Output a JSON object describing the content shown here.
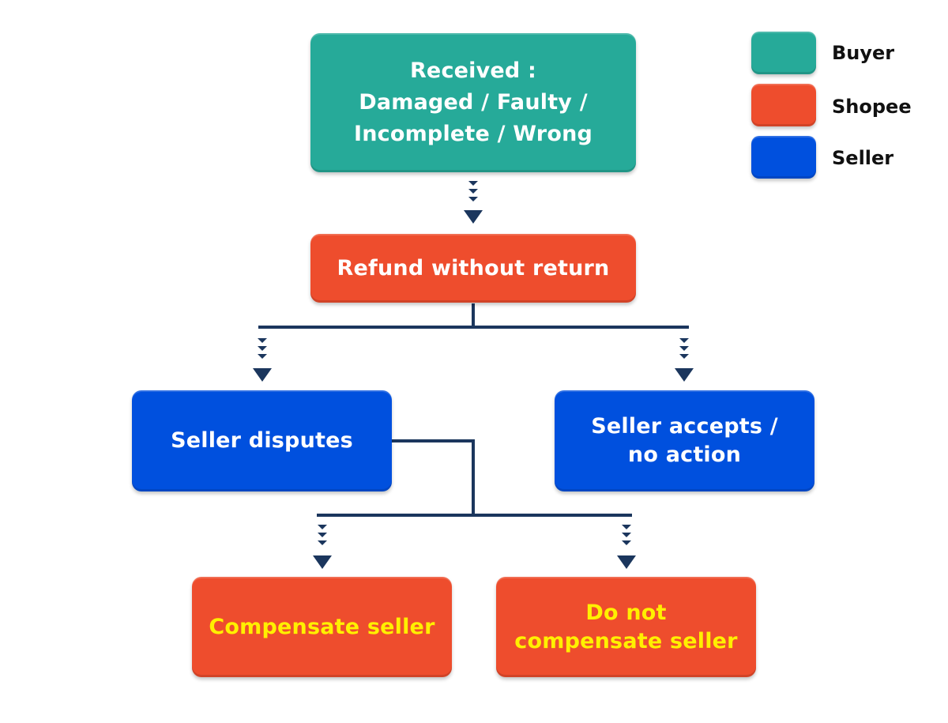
{
  "colors": {
    "buyer": "#26AA99",
    "shopee": "#EE4D2D",
    "seller": "#0050DE",
    "connector": "#1B365D",
    "highlight_text": "#FFF000",
    "white_text": "#FFFFFF"
  },
  "legend": {
    "items": [
      {
        "label": "Buyer",
        "role": "buyer"
      },
      {
        "label": "Shopee",
        "role": "shopee"
      },
      {
        "label": "Seller",
        "role": "seller"
      }
    ]
  },
  "nodes": {
    "received": {
      "text": "Received :\nDamaged / Faulty /\nIncomplete / Wrong",
      "role": "buyer"
    },
    "refund": {
      "text": "Refund without return",
      "role": "shopee"
    },
    "seller_disputes": {
      "text": "Seller disputes",
      "role": "seller"
    },
    "seller_accepts": {
      "text": "Seller accepts /\nno action",
      "role": "seller"
    },
    "compensate": {
      "text": "Compensate seller",
      "role": "shopee"
    },
    "no_compensate": {
      "text": "Do not\ncompensate seller",
      "role": "shopee"
    }
  },
  "edges": [
    {
      "from": "received",
      "to": "refund"
    },
    {
      "from": "refund",
      "to": "seller_disputes"
    },
    {
      "from": "refund",
      "to": "seller_accepts"
    },
    {
      "from": "seller_disputes",
      "to": "compensate"
    },
    {
      "from": "seller_disputes",
      "to": "no_compensate"
    }
  ]
}
